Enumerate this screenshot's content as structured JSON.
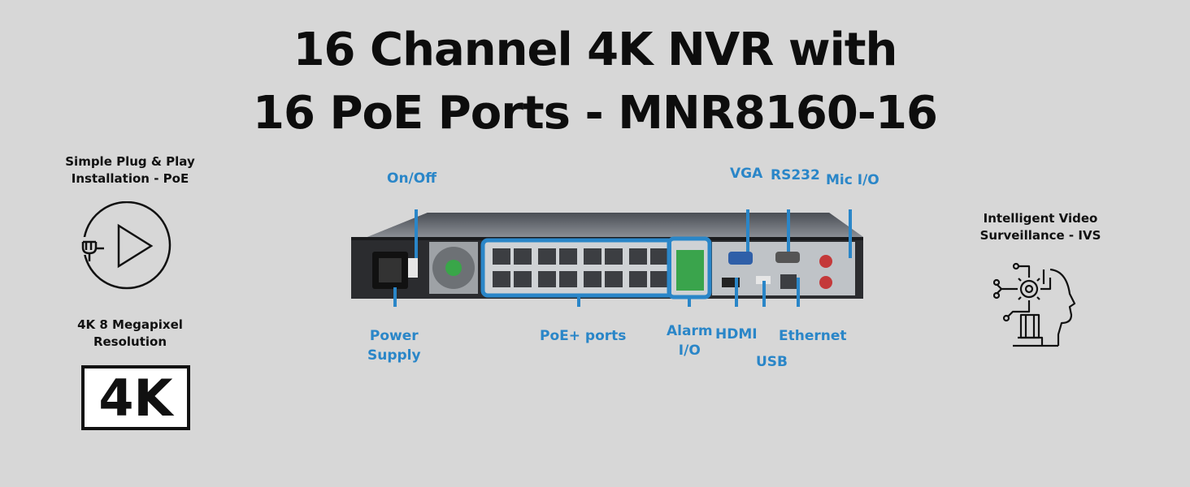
{
  "title": {
    "line1": "16 Channel 4K  NVR with",
    "line2": "16 PoE Ports - MNR8160-16"
  },
  "features": {
    "plug_play": "Simple Plug & Play\nInstallation - PoE",
    "resolution": "4K 8 Megapixel\nResolution",
    "badge": "4K",
    "ivs": "Intelligent Video\nSurveillance - IVS"
  },
  "callouts": {
    "on_off": "On/Off",
    "vga": "VGA",
    "rs232": "RS232",
    "mic_io": "Mic I/O",
    "power_supply": "Power\nSupply",
    "poe_ports": "PoE+ ports",
    "alarm_io": "Alarm\nI/O",
    "hdmi": "HDMI",
    "usb": "USB",
    "ethernet": "Ethernet"
  },
  "icons": {
    "plug_play": "plug-play-icon",
    "ivs": "ai-head-gear-icon"
  },
  "colors": {
    "callout": "#2a86c8",
    "background": "#d7d7d7"
  }
}
